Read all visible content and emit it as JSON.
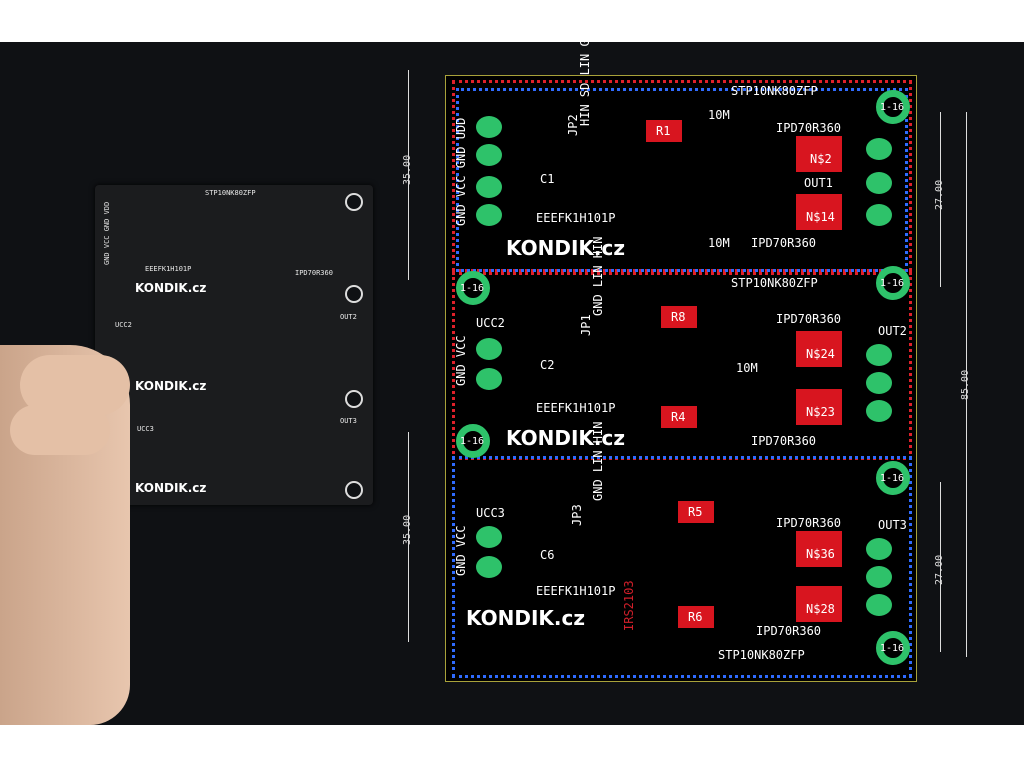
{
  "photo_pcb": {
    "logo": "KONDIK.cz",
    "labels": [
      "STP10NK80ZFP",
      "IPD70R360",
      "EEEFK1H101P",
      "UCC2",
      "UCC3",
      "OUT2",
      "OUT3",
      "GND VCC GND VDD"
    ]
  },
  "layout": {
    "logo": "KONDIK.cz",
    "dimensions": {
      "top_section": "35.00",
      "bottom_section": "35.00",
      "right_upper": "27.00",
      "right_lower": "27.00",
      "overall": "85.00"
    },
    "mount_hole_label": "1-16",
    "sections": [
      {
        "connector": "GND VCC GND UDD",
        "cap": "C1",
        "cap_part": "EEEFK1H101P",
        "jumper": "JP2",
        "jumper_pins": "HIN SD LIN GND",
        "mosfet_top": "STP10NK80ZFP",
        "mosfet_right": "IPD70R360",
        "nets": [
          "N$2",
          "N$14"
        ],
        "out": "OUT1",
        "resistors": [
          "R1",
          "10M",
          "10M"
        ]
      },
      {
        "connector": "GND VCC",
        "supply": "UCC2",
        "cap": "C2",
        "cap_part": "EEEFK1H101P",
        "jumper": "JP1",
        "jumper_pins": "GND LIN HIN",
        "mosfet_top": "STP10NK80ZFP",
        "mosfet_right": "IPD70R360",
        "nets": [
          "N$24",
          "N$23"
        ],
        "out": "OUT2",
        "resistors": [
          "R8",
          "R4",
          "10M"
        ]
      },
      {
        "connector": "GND VCC",
        "supply": "UCC3",
        "cap": "C6",
        "cap_part": "EEEFK1H101P",
        "jumper": "JP3",
        "jumper_pins": "GND LIN HIN",
        "mosfet_top": "STP10NK80ZFP",
        "mosfet_right": "IPD70R360",
        "nets": [
          "N$36",
          "N$28"
        ],
        "out": "OUT3",
        "resistors": [
          "R5",
          "R6"
        ],
        "ic": "IRS2103"
      }
    ]
  }
}
